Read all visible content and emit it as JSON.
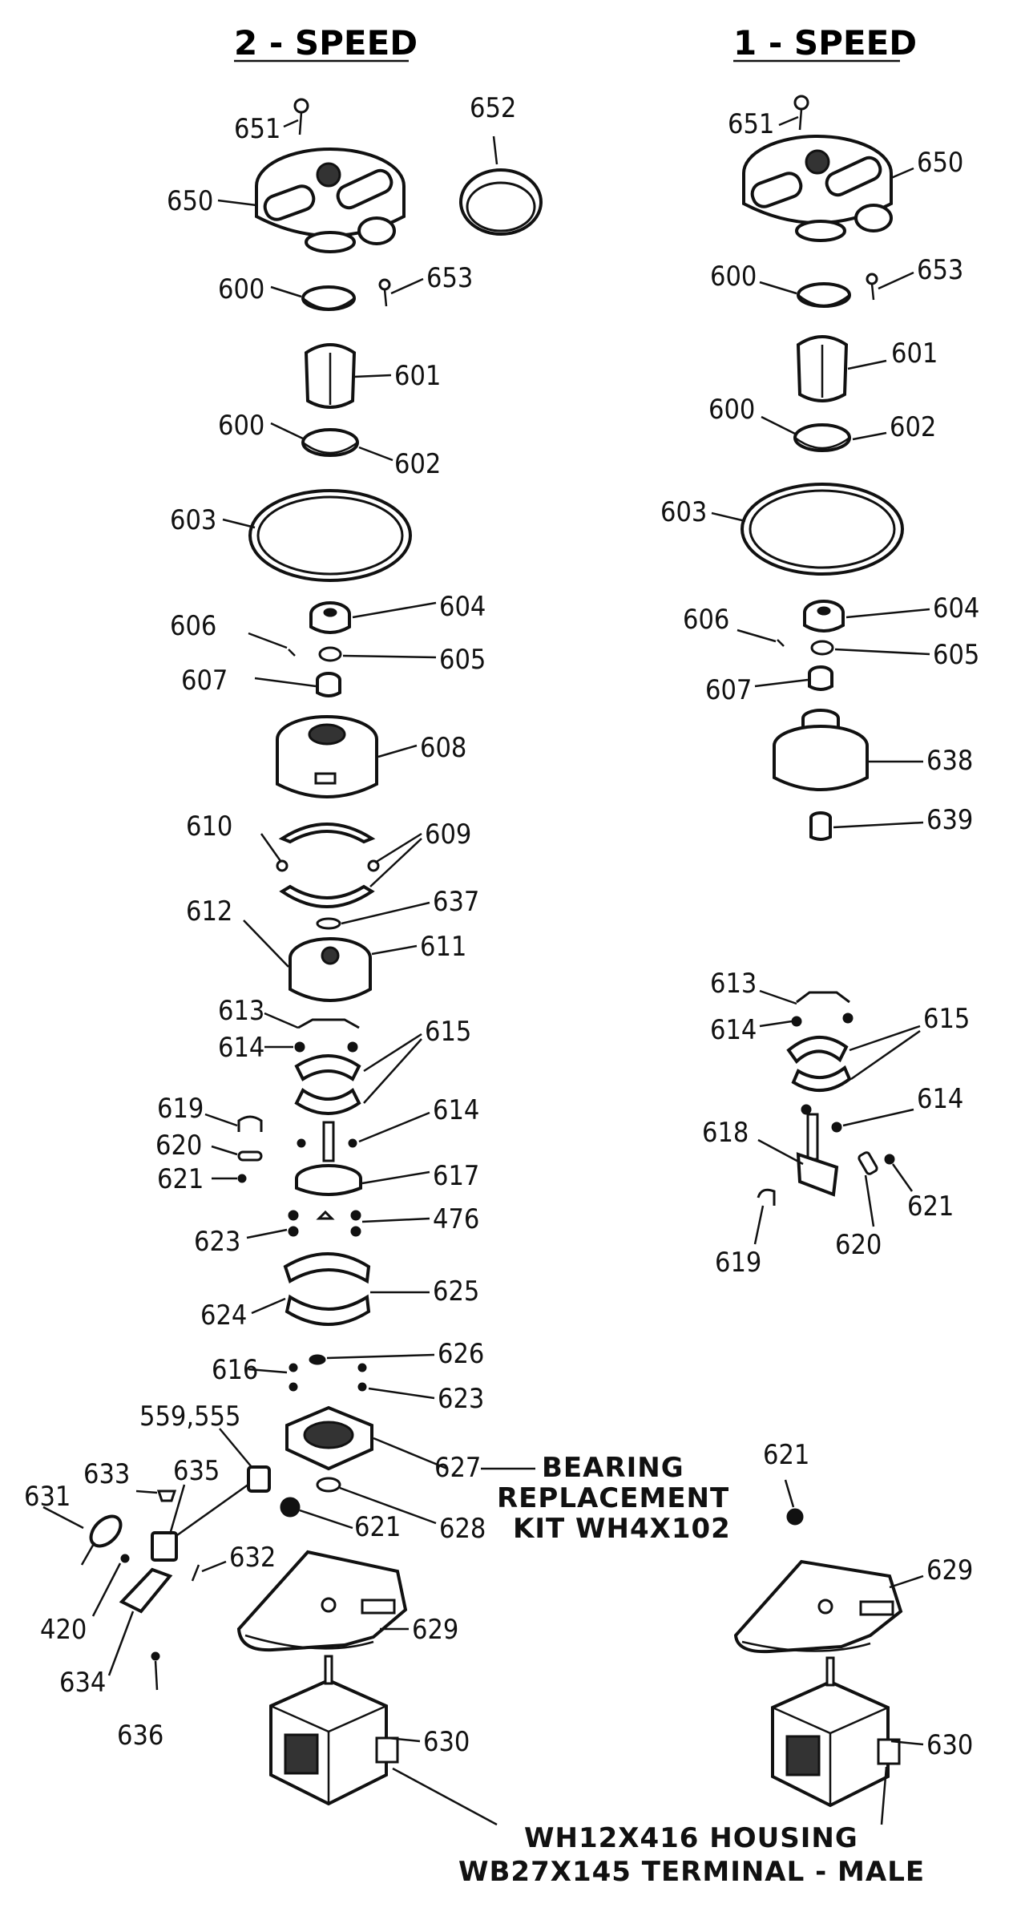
{
  "headers": {
    "two_speed": "2 - SPEED",
    "one_speed": "1 - SPEED"
  },
  "two_speed_labels": [
    "651",
    "652",
    "650",
    "600",
    "653",
    "601",
    "600",
    "602",
    "603",
    "606",
    "604",
    "605",
    "607",
    "608",
    "610",
    "609",
    "612",
    "637",
    "611",
    "613",
    "614",
    "615",
    "619",
    "614",
    "620",
    "617",
    "621",
    "623",
    "476",
    "624",
    "625",
    "616",
    "626",
    "623",
    "559,555",
    "633",
    "627",
    "635",
    "631",
    "621",
    "628",
    "632",
    "420",
    "629",
    "634",
    "636",
    "630"
  ],
  "one_speed_labels": [
    "651",
    "650",
    "600",
    "653",
    "601",
    "600",
    "602",
    "603",
    "606",
    "604",
    "605",
    "607",
    "638",
    "639",
    "613",
    "615",
    "614",
    "614",
    "618",
    "621",
    "620",
    "619",
    "621",
    "629",
    "630"
  ],
  "notes": {
    "bearing_line1": "BEARING",
    "bearing_line2": "REPLACEMENT",
    "bearing_line3": "KIT WH4X102",
    "housing_line1": "WH12X416 HOUSING",
    "housing_line2": "WB27X145 TERMINAL - MALE"
  }
}
